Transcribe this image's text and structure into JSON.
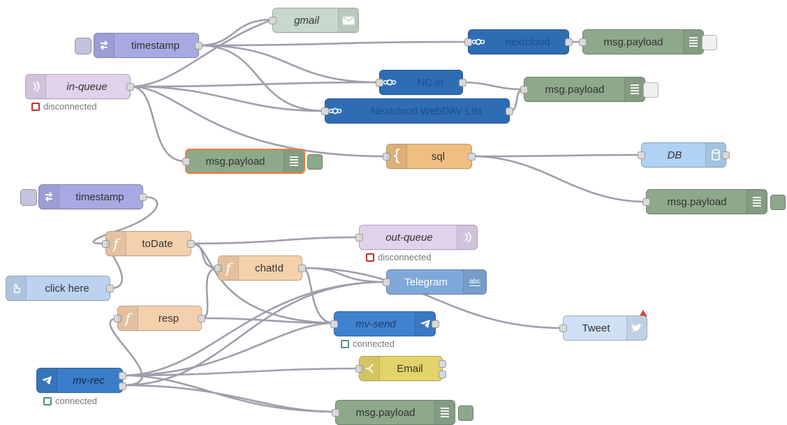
{
  "flow": {
    "nodes": {
      "gmail": {
        "label": "gmail",
        "icon": "envelope-icon"
      },
      "timestamp1": {
        "label": "timestamp",
        "icon": "arrow-icon"
      },
      "nextcloud": {
        "label": "nextcloud",
        "icon": "nextcloud-icon"
      },
      "debug_top": {
        "label": "msg.payload",
        "icon": "list-icon"
      },
      "in_queue": {
        "label": "in-queue",
        "icon": "radio-icon",
        "status": "disconnected"
      },
      "nc_in": {
        "label": "NC in",
        "icon": "nextcloud-icon"
      },
      "debug_mid": {
        "label": "msg.payload",
        "icon": "list-icon"
      },
      "nc_webdav": {
        "label": "Nextcloud WebDAV List",
        "icon": "nextcloud-icon"
      },
      "debug_left": {
        "label": "msg.payload",
        "icon": "list-icon"
      },
      "sql": {
        "label": "sql",
        "icon": "brace-icon"
      },
      "db": {
        "label": "DB",
        "icon": "database-icon"
      },
      "debug_right": {
        "label": "msg.payload",
        "icon": "list-icon"
      },
      "timestamp2": {
        "label": "timestamp",
        "icon": "arrow-icon"
      },
      "todate": {
        "label": "toDate",
        "icon": "function-icon"
      },
      "out_queue": {
        "label": "out-queue",
        "icon": "radio-icon",
        "status": "disconnected"
      },
      "chatid": {
        "label": "chatId",
        "icon": "function-icon"
      },
      "telegram": {
        "label": "Telegram",
        "icon": "abc-icon",
        "icon_text": "abc"
      },
      "click_here": {
        "label": "click here",
        "icon": "hand-icon"
      },
      "resp": {
        "label": "resp",
        "icon": "function-icon"
      },
      "mv_send": {
        "label": "mv-send",
        "icon": "paper-plane-icon",
        "status": "connected"
      },
      "tweet": {
        "label": "Tweet",
        "icon": "bird-icon"
      },
      "mv_rec": {
        "label": "mv-rec",
        "icon": "paper-plane-icon",
        "status": "connected"
      },
      "email": {
        "label": "Email",
        "icon": "switch-icon"
      },
      "debug_bottom": {
        "label": "msg.payload",
        "icon": "list-icon"
      }
    },
    "colors": {
      "wire": "#a19dac",
      "status_disconnected": "#c0302f",
      "status_connected": "#4e8f8a",
      "warning": "#d9412f"
    }
  }
}
